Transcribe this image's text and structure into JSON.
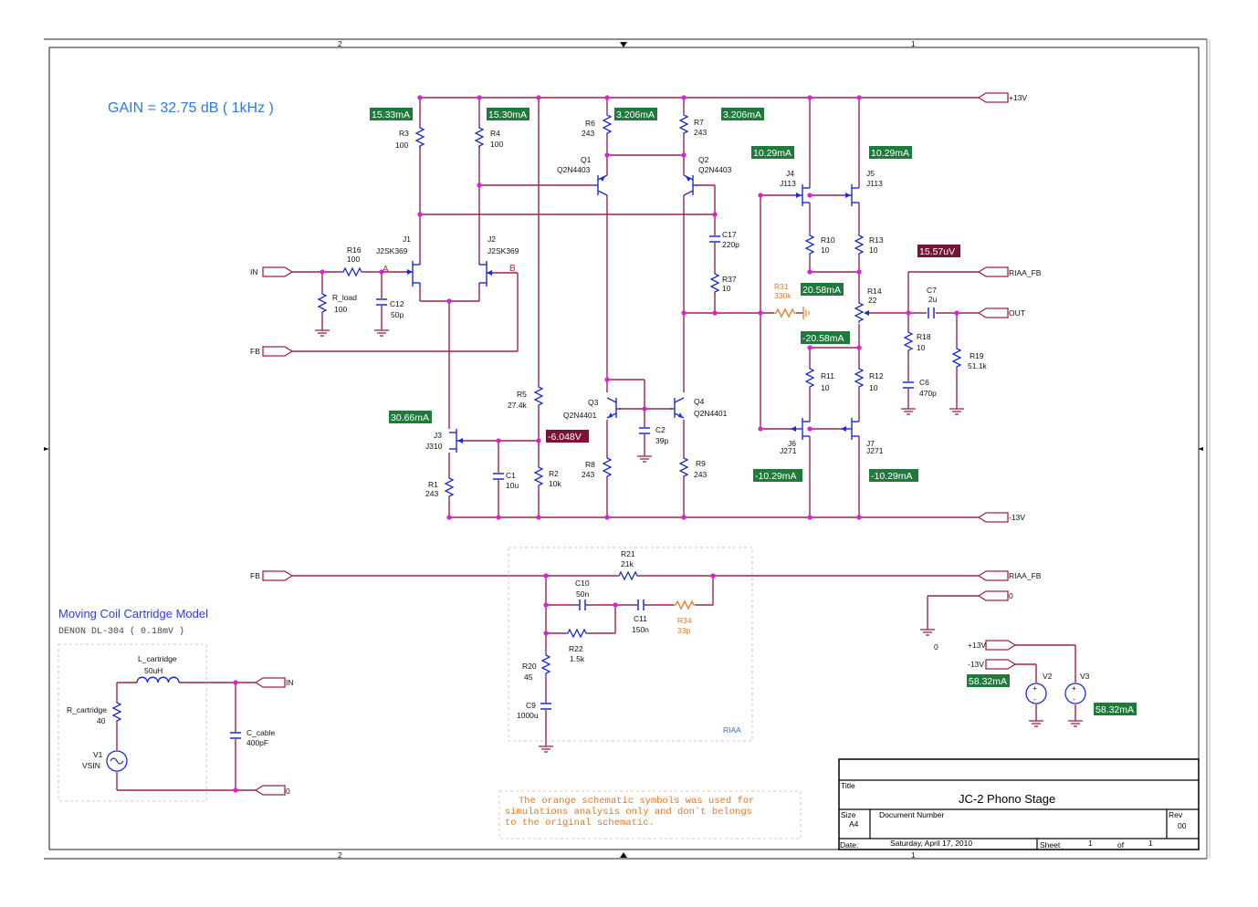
{
  "gain_label": "GAIN = 32.75 dB ( 1kHz )",
  "frame": {
    "zone_2": "2",
    "zone_1": "1"
  },
  "colors": {
    "wire": "#a0224c",
    "device": "#1c2bd6",
    "junction": "#e31bdc",
    "probe_current": "#1e7b3c",
    "probe_voltage": "#7a1235",
    "sim_only": "#e8781c"
  },
  "probes": {
    "r3": "15.33mA",
    "r4": "15.30mA",
    "r6": "3.206mA",
    "r7": "3.206mA",
    "j4": "10.29mA",
    "j5": "10.29mA",
    "r31": "20.58mA",
    "r14_low": "-20.58mA",
    "j3": "30.66mA",
    "r5_v": "-6.048V",
    "out_v": "15.57uV",
    "j6": "-10.29mA",
    "j7": "-10.29mA",
    "v2": "58.32mA",
    "v3": "58.32mA"
  },
  "ports": {
    "p13": "+13V",
    "riaa_fb": "RIAA_FB",
    "out": "OUT",
    "m13": "-13V",
    "in": "IN",
    "fb": "FB",
    "riaa_fb2": "RIAA_FB",
    "gnd0": "0",
    "v2p": "+13V",
    "v2m": "-13V",
    "cart_in": "IN",
    "cart_0": "0"
  },
  "parts": {
    "r3": [
      "R3",
      "100"
    ],
    "r4": [
      "R4",
      "100"
    ],
    "r6": [
      "R6",
      "243"
    ],
    "r7": [
      "R7",
      "243"
    ],
    "q1": [
      "Q1",
      "Q2N4403"
    ],
    "q2": [
      "Q2",
      "Q2N4403"
    ],
    "j1": [
      "J1",
      "J2SK369"
    ],
    "j2": [
      "J2",
      "J2SK369"
    ],
    "r16": [
      "R16",
      "100"
    ],
    "rload": [
      "R_load",
      "100"
    ],
    "c12": [
      "C12",
      "50p"
    ],
    "c17": [
      "C17",
      "220p"
    ],
    "r37": [
      "R37",
      "10"
    ],
    "r31": [
      "R31",
      "330k"
    ],
    "j4": [
      "J4",
      "J113"
    ],
    "j5": [
      "J5",
      "J113"
    ],
    "r10": [
      "R10",
      "10"
    ],
    "r13": [
      "R13",
      "10"
    ],
    "r14": [
      "R14",
      "22"
    ],
    "c7": [
      "C7",
      "2u"
    ],
    "r18": [
      "R18",
      "10"
    ],
    "c6": [
      "C6",
      "470p"
    ],
    "r19": [
      "R19",
      "51.1k"
    ],
    "r11": [
      "R11",
      "10"
    ],
    "r12": [
      "R12",
      "10"
    ],
    "j6": [
      "J6",
      "J271"
    ],
    "j7": [
      "J7",
      "J271"
    ],
    "r5": [
      "R5",
      "27.4k"
    ],
    "q3": [
      "Q3",
      "Q2N4401"
    ],
    "q4": [
      "Q4",
      "Q2N4401"
    ],
    "c2": [
      "C2",
      "39p"
    ],
    "j3": [
      "J3",
      "J310"
    ],
    "c1": [
      "C1",
      "10u"
    ],
    "r2": [
      "R2",
      "10k"
    ],
    "r1": [
      "R1",
      "243"
    ],
    "r8": [
      "R8",
      "243"
    ],
    "r9": [
      "R9",
      "243"
    ],
    "r21": [
      "R21",
      "21k"
    ],
    "c10": [
      "C10",
      "50n"
    ],
    "c11": [
      "C11",
      "150n"
    ],
    "r34": [
      "R34",
      "33p"
    ],
    "r22": [
      "R22",
      "1.5k"
    ],
    "r20": [
      "R20",
      "45"
    ],
    "c9": [
      "C9",
      "1000u"
    ],
    "v2": "V2",
    "v3": "V3",
    "lcart": [
      "L_cartridge",
      "50uH"
    ],
    "rcart": [
      "R_cartridge",
      "40"
    ],
    "v1": [
      "V1",
      "VSIN"
    ],
    "ccable": [
      "C_cable",
      "400pF"
    ]
  },
  "markers": {
    "a": "A",
    "b": "B"
  },
  "riaa_group": "RIAA",
  "gnd_label": "0",
  "cartridge": {
    "title": "Moving Coil Cartridge Model",
    "subtitle": "DENON  DL-304  ( 0.18mV )"
  },
  "note": [
    "The orange schematic symbols was used for",
    "simulations analysis only and don´t belongs",
    "to the original schematic."
  ],
  "title_block": {
    "title_label": "Title",
    "title": "JC-2 Phono Stage",
    "size_label": "Size",
    "size": "A4",
    "docnum_label": "Document Number",
    "rev_label": "Rev",
    "rev": "00",
    "date_label": "Date:",
    "date": "Saturday, April 17, 2010",
    "sheet_label": "Sheet",
    "sheet": "1",
    "of_label": "of",
    "sheets": "1"
  }
}
